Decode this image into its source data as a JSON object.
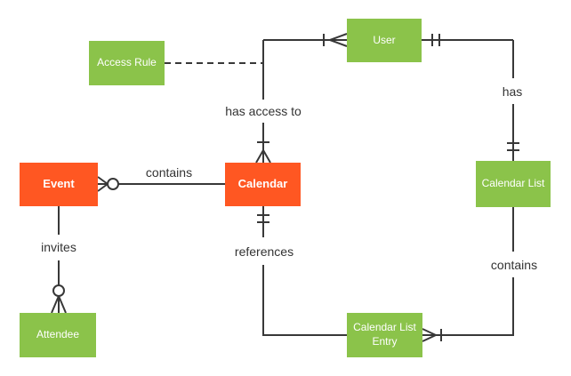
{
  "diagram": {
    "type": "entity-relationship-diagram",
    "notation": "crows-foot",
    "colors": {
      "entity_orange": "#FF5722",
      "entity_green": "#8BC34A",
      "line": "#383838",
      "label_text": "#333333",
      "entity_text": "#FFFFFF",
      "background": "#FFFFFF"
    },
    "entities": [
      {
        "id": "event",
        "label": "Event",
        "color": "orange"
      },
      {
        "id": "calendar",
        "label": "Calendar",
        "color": "orange"
      },
      {
        "id": "user",
        "label": "User",
        "color": "green"
      },
      {
        "id": "access-rule",
        "label": "Access Rule",
        "color": "green"
      },
      {
        "id": "calendar-list",
        "label": "Calendar List",
        "color": "green"
      },
      {
        "id": "attendee",
        "label": "Attendee",
        "color": "green"
      },
      {
        "id": "calendar-list-entry",
        "label": "Calendar List Entry",
        "color": "green"
      }
    ],
    "relationships": [
      {
        "label": "contains",
        "from": "Calendar",
        "to": "Event",
        "from_cardinality": "plain",
        "to_cardinality": "zero-or-many",
        "style": "solid"
      },
      {
        "label": "invites",
        "from": "Event",
        "to": "Attendee",
        "from_cardinality": "plain",
        "to_cardinality": "zero-or-many",
        "style": "solid"
      },
      {
        "label": "has access to",
        "from": "User",
        "to": "Calendar",
        "from_cardinality": "one-or-many",
        "to_cardinality": "one-or-many",
        "style": "solid"
      },
      {
        "label": "has",
        "from": "User",
        "to": "Calendar List",
        "from_cardinality": "one-and-only-one",
        "to_cardinality": "one-and-only-one",
        "style": "solid"
      },
      {
        "label": "references",
        "from": "Calendar",
        "to": "Calendar List Entry",
        "from_cardinality": "one-and-only-one",
        "to_cardinality": "plain",
        "style": "solid"
      },
      {
        "label": "contains",
        "from": "Calendar List",
        "to": "Calendar List Entry",
        "from_cardinality": "plain",
        "to_cardinality": "one-or-many",
        "style": "solid"
      },
      {
        "label": "",
        "from": "Access Rule",
        "to": "has access to relationship",
        "from_cardinality": "none",
        "to_cardinality": "none",
        "style": "dashed"
      }
    ]
  }
}
